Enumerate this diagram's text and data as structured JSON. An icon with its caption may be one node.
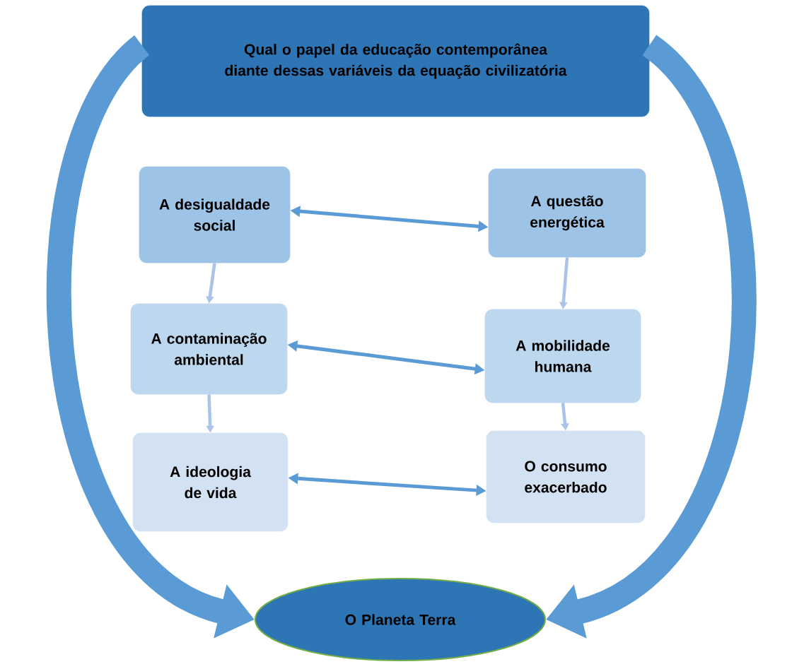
{
  "diagram": {
    "nodes": [
      {
        "text": [
          "Qual o papel da educação contemporânea diante dessas variáveis da equação civilizatória"
        ]
      },
      {
        "text": [
          "A desigualdade social"
        ]
      },
      {
        "text": [
          "A contaminação ambiental"
        ]
      },
      {
        "text": [
          "A ideologia de vida"
        ]
      },
      {
        "text": [
          "A questão energética"
        ]
      },
      {
        "text": [
          "A mobilidade humana"
        ]
      },
      {
        "text": [
          "O consumo exacerbado"
        ]
      },
      {
        "text": [
          "O Planeta Terra"
        ]
      }
    ],
    "edges": [
      {
        "from": 0,
        "to": 7,
        "arrow": "to",
        "style": "thick"
      },
      {
        "from": 0,
        "to": 7,
        "arrow": "to",
        "style": "thick"
      },
      {
        "from": 1,
        "to": 4,
        "arrow": "both"
      },
      {
        "from": 2,
        "to": 5,
        "arrow": "both"
      },
      {
        "from": 3,
        "to": 6,
        "arrow": "both"
      },
      {
        "from": 1,
        "to": 2,
        "arrow": "to",
        "color": "#a9c4e8"
      },
      {
        "from": 2,
        "to": 3,
        "arrow": "to",
        "color": "#a9c4e8"
      },
      {
        "from": 4,
        "to": 5,
        "arrow": "to",
        "color": "#a9c4e8"
      },
      {
        "from": 5,
        "to": 6,
        "arrow": "to",
        "color": "#a9c4e8"
      }
    ]
  }
}
